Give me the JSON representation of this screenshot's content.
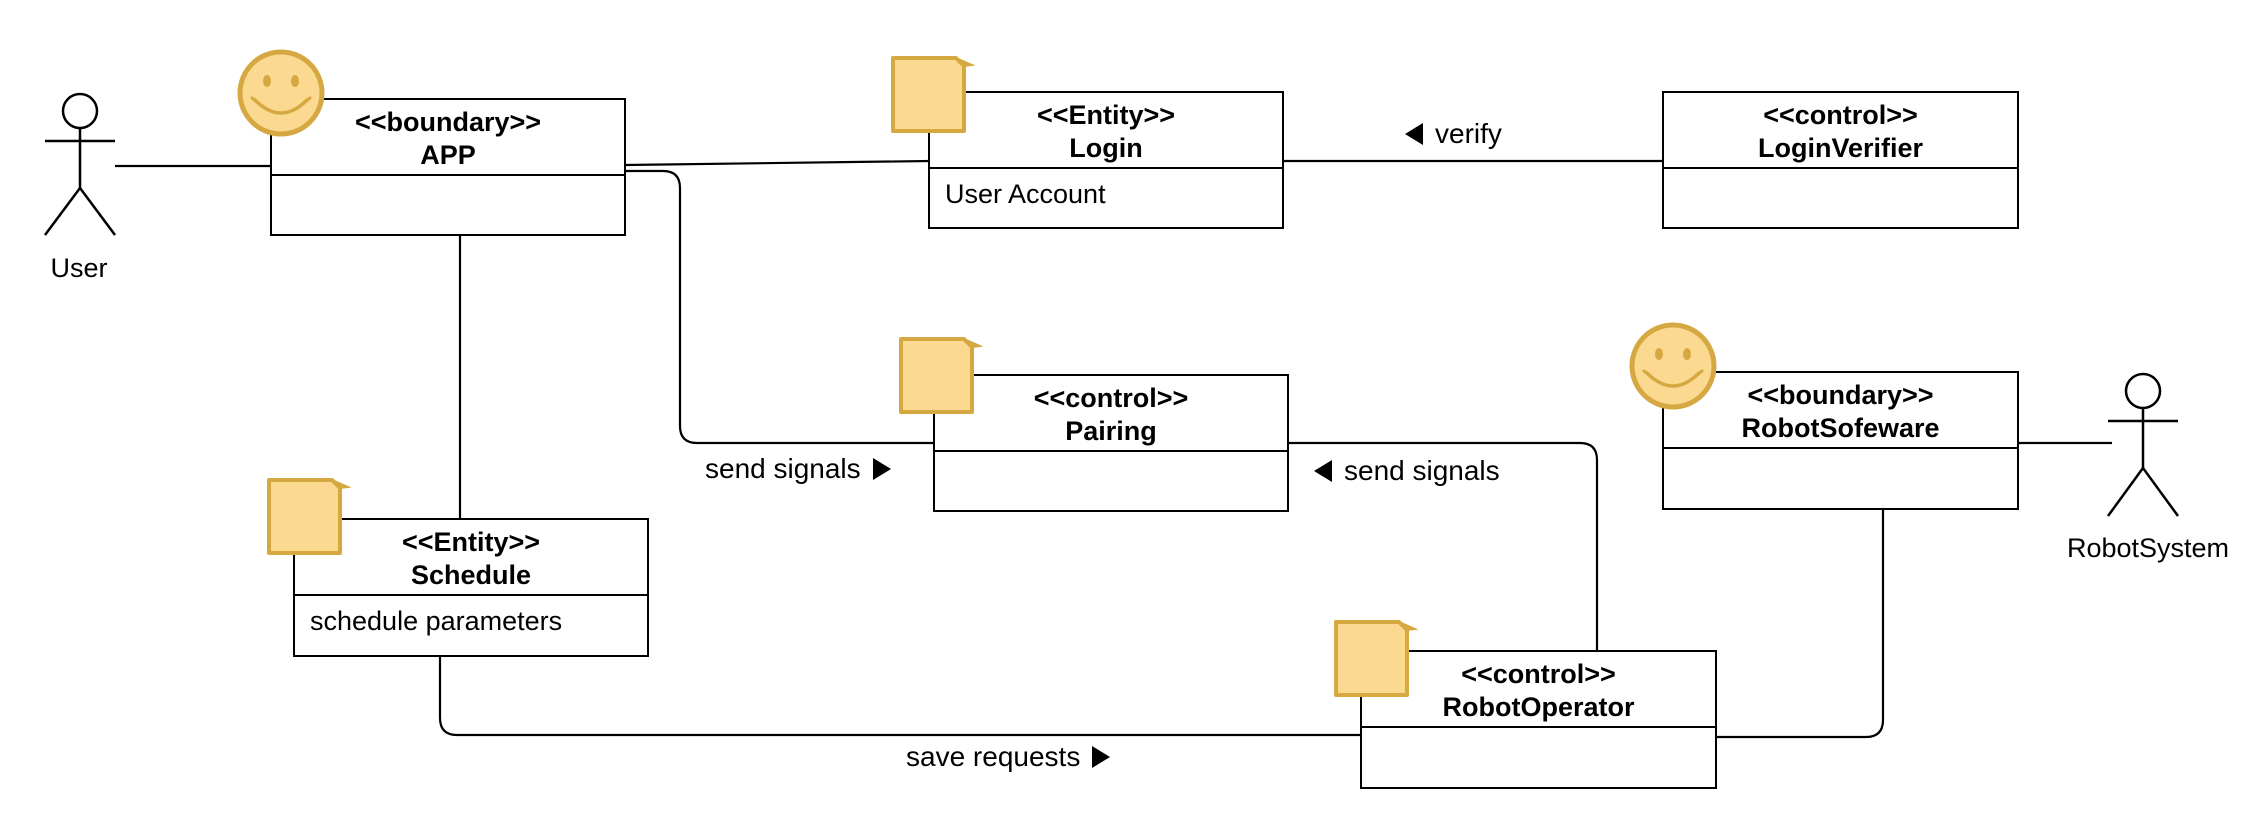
{
  "colors": {
    "icon_fill": "#fbd991",
    "icon_stroke": "#d6a842",
    "line": "#000000"
  },
  "actors": {
    "user": {
      "label": "User"
    },
    "robot_system": {
      "label": "RobotSystem"
    }
  },
  "classes": {
    "app": {
      "stereotype": "<<boundary>>",
      "name": "APP",
      "body": "",
      "icon": "smiley-icon"
    },
    "login": {
      "stereotype": "<<Entity>>",
      "name": "Login",
      "body": "User Account",
      "icon": "note-icon"
    },
    "login_verifier": {
      "stereotype": "<<control>>",
      "name": "LoginVerifier",
      "body": ""
    },
    "pairing": {
      "stereotype": "<<control>>",
      "name": "Pairing",
      "body": "",
      "icon": "note-icon"
    },
    "robot_sofeware": {
      "stereotype": "<<boundary>>",
      "name": "RobotSofeware",
      "body": "",
      "icon": "smiley-icon"
    },
    "schedule": {
      "stereotype": "<<Entity>>",
      "name": "Schedule",
      "body": "schedule parameters",
      "icon": "note-icon"
    },
    "robot_operator": {
      "stereotype": "<<control>>",
      "name": "RobotOperator",
      "body": "",
      "icon": "note-icon"
    }
  },
  "labels": {
    "verify": "verify",
    "send_signals_left": "send signals",
    "send_signals_right": "send signals",
    "save_requests": "save requests"
  }
}
